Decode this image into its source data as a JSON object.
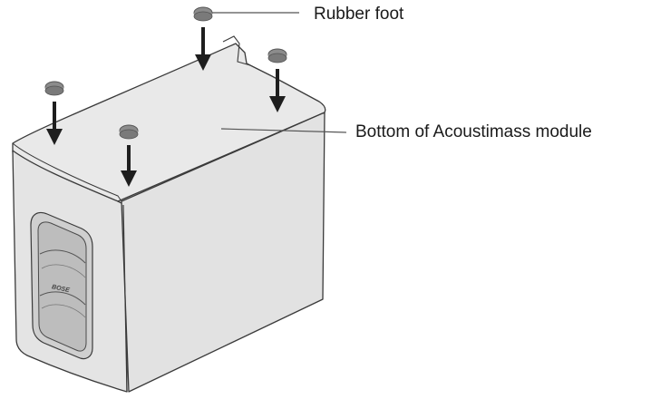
{
  "callouts": {
    "rubber_foot": "Rubber foot",
    "module_bottom": "Bottom of Acoustimass module"
  },
  "brand_mark": "BOSE",
  "colors": {
    "box_face": "#e4e4e4",
    "box_top": "#e9e9e9",
    "outline": "#3a3a3a",
    "foot": "#8c8c8c",
    "arrow": "#1e1e1e"
  }
}
